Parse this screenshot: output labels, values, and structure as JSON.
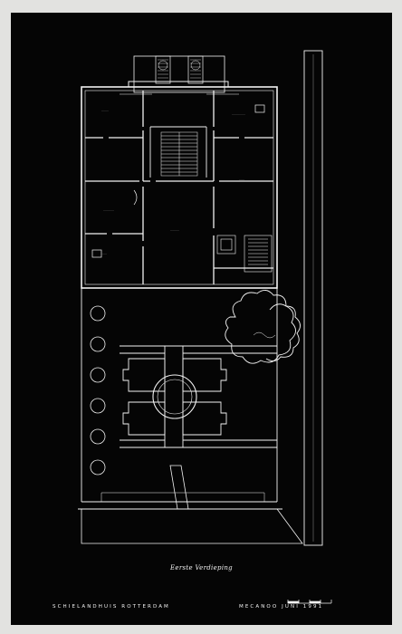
{
  "drawing": {
    "caption": "Eerste Verdieping",
    "title_left": "SCHIELANDHUIS ROTTERDAM",
    "title_right": "MECANOO JUNI 1991",
    "line_color": "#f2f2f2",
    "background_color": "#050505",
    "paper_color": "#e2e2e0"
  },
  "rooms": [
    {
      "id": "room-nw",
      "label": "........"
    },
    {
      "id": "room-ne",
      "label": "..............."
    },
    {
      "id": "room-w",
      "label": "............"
    },
    {
      "id": "room-c",
      "label": ".........."
    },
    {
      "id": "room-e",
      "label": "......"
    },
    {
      "id": "room-sw",
      "label": "......"
    }
  ],
  "scale_bar": {
    "segments": 4
  }
}
